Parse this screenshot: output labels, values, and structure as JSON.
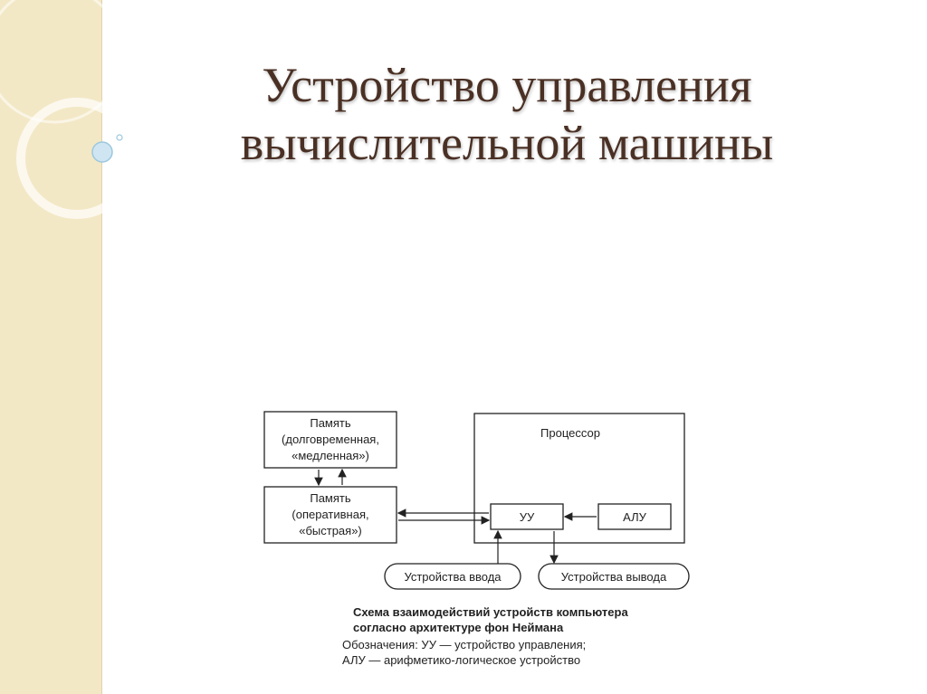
{
  "slide": {
    "title_line1": "Устройство управления",
    "title_line2": "вычислительной машины"
  },
  "diagram": {
    "memory_long_line1": "Память",
    "memory_long_line2": "(долговременная,",
    "memory_long_line3": "«медленная»)",
    "memory_ram_line1": "Память",
    "memory_ram_line2": "(оперативная,",
    "memory_ram_line3": "«быстрая»)",
    "processor": "Процессор",
    "control_unit": "УУ",
    "alu": "АЛУ",
    "input_devices": "Устройства ввода",
    "output_devices": "Устройства вывода"
  },
  "caption": {
    "line1": "Схема взаимодействий устройств компьютера",
    "line2": "согласно архитектуре фон Неймана",
    "line3": "Обозначения: УУ — устройство управления;",
    "line4": "АЛУ — арифметико-логическое устройство"
  },
  "colors": {
    "side_band": "#f3e8c6",
    "title": "#4a3024",
    "line": "#222222"
  }
}
